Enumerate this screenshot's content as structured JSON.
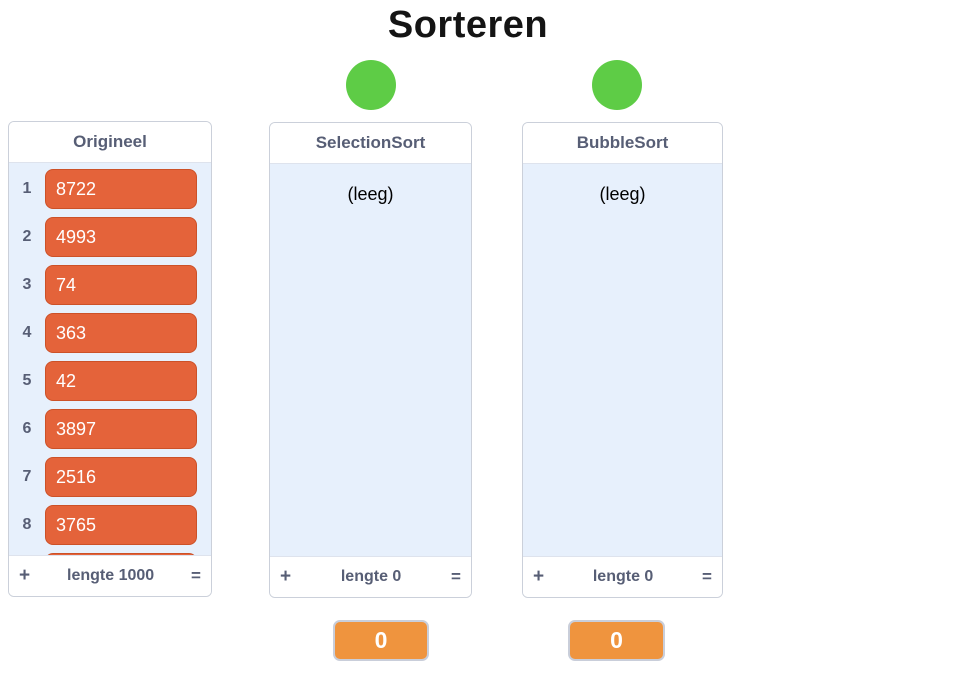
{
  "title": "Sorteren",
  "colors": {
    "list_item_orange": "#E4633A",
    "variable_orange": "#EF943E",
    "green_dot": "#5ECC46",
    "monitor_body_blue": "#E7F0FC",
    "monitor_text": "#575E75"
  },
  "green_dots": [
    {
      "icon": "green-dot"
    },
    {
      "icon": "green-dot"
    }
  ],
  "monitors": [
    {
      "title": "Origineel",
      "items": [
        "8722",
        "4993",
        "74",
        "363",
        "42",
        "3897",
        "2516",
        "3765"
      ],
      "item_indices": [
        "1",
        "2",
        "3",
        "4",
        "5",
        "6",
        "7",
        "8"
      ],
      "shows_partial_next_item": true,
      "empty_label": null,
      "add_label": "+",
      "length_label": "lengte 1000",
      "resize_label": "="
    },
    {
      "title": "SelectionSort",
      "items": [],
      "item_indices": [],
      "shows_partial_next_item": false,
      "empty_label": "(leeg)",
      "add_label": "+",
      "length_label": "lengte 0",
      "resize_label": "="
    },
    {
      "title": "BubbleSort",
      "items": [],
      "item_indices": [],
      "shows_partial_next_item": false,
      "empty_label": "(leeg)",
      "add_label": "+",
      "length_label": "lengte 0",
      "resize_label": "="
    }
  ],
  "variables": [
    {
      "value": "0"
    },
    {
      "value": "0"
    }
  ]
}
